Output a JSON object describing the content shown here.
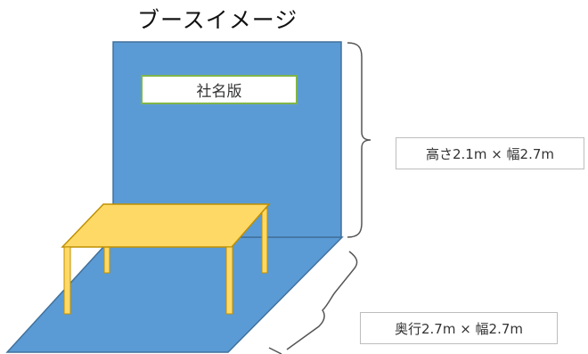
{
  "title": "ブースイメージ",
  "signboard": {
    "label": "社名版"
  },
  "dimensions": {
    "wall": "高さ2.1m × 幅2.7m",
    "floor": "奥行2.7m × 幅2.7m"
  },
  "colors": {
    "booth_blue": "#5b9bd5",
    "booth_edge": "#41719c",
    "table_top": "#ffd966",
    "table_edge": "#bf9000",
    "signboard_border": "#7fb54a",
    "label_border": "#bdbdbd"
  }
}
